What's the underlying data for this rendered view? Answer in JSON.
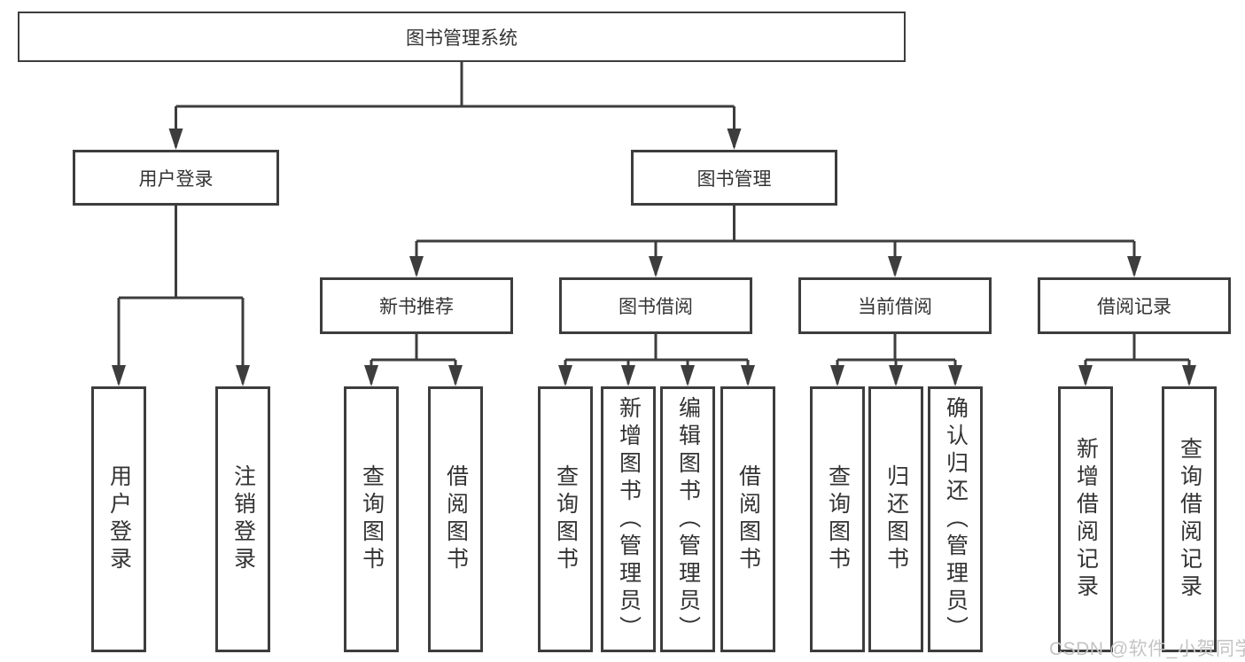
{
  "colors": {
    "line": "#3d3d3d",
    "text": "#333333",
    "watermark": "#c4c4c4",
    "background": "#ffffff"
  },
  "tree": {
    "label": "图书管理系统",
    "children": [
      {
        "label": "用户登录",
        "children": [
          {
            "label": "用户登录"
          },
          {
            "label": "注销登录"
          }
        ]
      },
      {
        "label": "图书管理",
        "children": [
          {
            "label": "新书推荐",
            "children": [
              {
                "label": "查询图书"
              },
              {
                "label": "借阅图书"
              }
            ]
          },
          {
            "label": "图书借阅",
            "children": [
              {
                "label": "查询图书"
              },
              {
                "label": "新增图书（管理员）"
              },
              {
                "label": "编辑图书（管理员）"
              },
              {
                "label": "借阅图书"
              }
            ]
          },
          {
            "label": "当前借阅",
            "children": [
              {
                "label": "查询图书"
              },
              {
                "label": "归还图书"
              },
              {
                "label": "确认归还（管理员）"
              }
            ]
          },
          {
            "label": "借阅记录",
            "children": [
              {
                "label": "新增借阅记录"
              },
              {
                "label": "查询借阅记录"
              }
            ]
          }
        ]
      }
    ]
  },
  "watermark": "CSDN @软件_小贺同学"
}
